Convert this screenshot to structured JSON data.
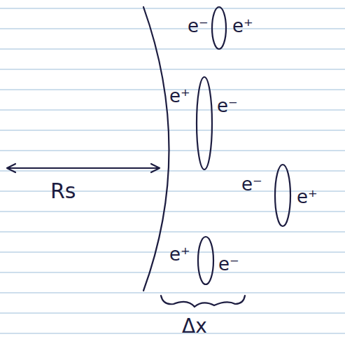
{
  "diagram": {
    "labels": [
      "e⁻",
      "e⁺",
      "e⁺",
      "e⁻",
      "e⁻",
      "e⁺",
      "e⁺",
      "e⁻",
      "Rs",
      "Δx"
    ]
  }
}
